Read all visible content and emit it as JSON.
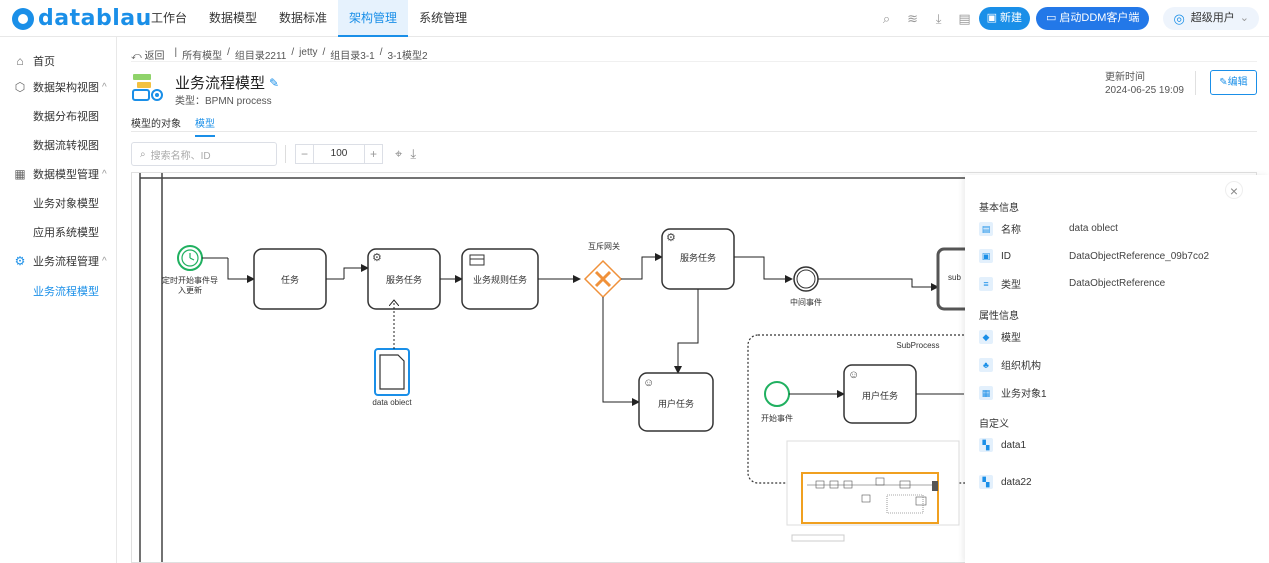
{
  "app": {
    "logo_text": "datablau"
  },
  "nav": [
    {
      "label": "工作台",
      "active": false
    },
    {
      "label": "数据模型",
      "active": false
    },
    {
      "label": "数据标准",
      "active": false
    },
    {
      "label": "架构管理",
      "active": true
    },
    {
      "label": "系统管理",
      "active": false
    }
  ],
  "topbar": {
    "icons": [
      "search-icon",
      "layers-icon",
      "download-icon",
      "clipboard-icon"
    ],
    "new_label": "新建",
    "ddm_label": "启动DDM客户端",
    "user_label": "超级用户"
  },
  "sidebar": {
    "items": [
      {
        "label": "首页",
        "icon": "home-icon",
        "sub": false
      },
      {
        "label": "数据架构视图",
        "icon": "cube-icon",
        "sub": false,
        "caret": "^"
      },
      {
        "label": "数据分布视图",
        "sub": true
      },
      {
        "label": "数据流转视图",
        "sub": true
      },
      {
        "label": "数据模型管理",
        "icon": "model-icon",
        "sub": false,
        "caret": "^"
      },
      {
        "label": "业务对象模型",
        "sub": true
      },
      {
        "label": "应用系统模型",
        "sub": true
      },
      {
        "label": "业务流程管理",
        "icon": "flow-icon",
        "sub": false,
        "caret": "^"
      },
      {
        "label": "业务流程模型",
        "sub": true,
        "active": true
      }
    ]
  },
  "breadcrumb": {
    "back": "返回",
    "path": [
      "所有模型",
      "组目录2211",
      "jetty",
      "组目录3-1",
      "3-1模型2"
    ]
  },
  "model": {
    "title": "业务流程模型",
    "type": "类型：BPMN process",
    "update_label": "更新时间",
    "update_time": "2024-06-25 19:09",
    "edit_label": "编辑"
  },
  "tabs": [
    {
      "label": "模型的对象",
      "active": false
    },
    {
      "label": "模型",
      "active": true
    }
  ],
  "toolbar": {
    "search_placeholder": "搜索名称、ID",
    "zoom_value": "100",
    "minus": "−",
    "plus": "+"
  },
  "diagram": {
    "start_event": "定时开始事件导入更新",
    "task": "任务",
    "service_task_1": "服务任务",
    "rule_task": "业务规则任务",
    "gateway": "互斥网关",
    "service_task_2": "服务任务",
    "intermediate_event": "中间事件",
    "sub_label": "sub",
    "data_object": "data obiect",
    "user_task_1": "用户任务",
    "subprocess": "SubProcess",
    "sub_start": "开始事件",
    "user_task_2": "用户任务"
  },
  "panel": {
    "basic_title": "基本信息",
    "rows_basic": [
      {
        "label": "名称",
        "value": "data oblect",
        "icon": "name-icon"
      },
      {
        "label": "ID",
        "value": "DataObjectReference_09b7co2",
        "icon": "id-icon"
      },
      {
        "label": "类型",
        "value": "DataObjectReference",
        "icon": "type-icon"
      }
    ],
    "attr_title": "属性信息",
    "rows_attr": [
      {
        "label": "模型",
        "icon": "model-icon"
      },
      {
        "label": "组织机构",
        "icon": "org-icon"
      },
      {
        "label": "业务对象1",
        "icon": "business-object-icon"
      }
    ],
    "custom_title": "自定义",
    "rows_custom": [
      {
        "label": "data1",
        "icon": "custom-icon"
      },
      {
        "label": "data22",
        "icon": "custom-icon"
      }
    ]
  }
}
